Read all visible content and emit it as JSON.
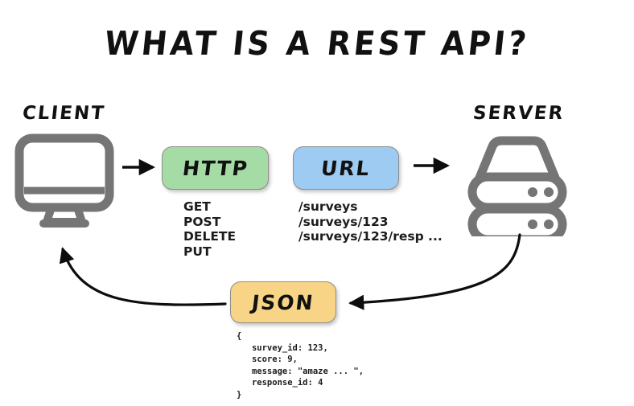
{
  "title": "WHAT IS A REST API?",
  "nodes": {
    "client": {
      "label": "CLIENT",
      "icon": "monitor-icon"
    },
    "server": {
      "label": "SERVER",
      "icon": "database-server-icon"
    }
  },
  "boxes": {
    "http": {
      "label": "HTTP",
      "color": "#a5dba4"
    },
    "url": {
      "label": "URL",
      "color": "#9dcbf1"
    },
    "json": {
      "label": "JSON",
      "color": "#f8d586"
    }
  },
  "lists": {
    "http_methods": [
      "GET",
      "POST",
      "DELETE",
      "PUT"
    ],
    "http_methods_text": "GET\nPOST\nDELETE\nPUT",
    "urls": [
      "/surveys",
      "/surveys/123",
      "/surveys/123/resp ..."
    ],
    "urls_text": "/surveys\n/surveys/123\n/surveys/123/resp ..."
  },
  "json_payload": {
    "lines": [
      "{",
      "   survey_id: 123,",
      "   score: 9,",
      "   message: \"amaze ... \",",
      "   response_id: 4",
      "}"
    ],
    "text": "{\n   survey_id: 123,\n   score: 9,\n   message: \"amaze ... \",\n   response_id: 4\n}"
  },
  "arrows": [
    {
      "name": "client-to-http",
      "style": "straight",
      "direction": "right"
    },
    {
      "name": "url-to-server",
      "style": "straight",
      "direction": "right"
    },
    {
      "name": "server-to-json",
      "style": "curved",
      "direction": "left"
    },
    {
      "name": "json-to-client",
      "style": "curved",
      "direction": "up-left"
    }
  ],
  "colors": {
    "background": "#ffffff",
    "ink": "#111111",
    "icon_gray": "#757575",
    "box_border": "#8d8d8d"
  }
}
